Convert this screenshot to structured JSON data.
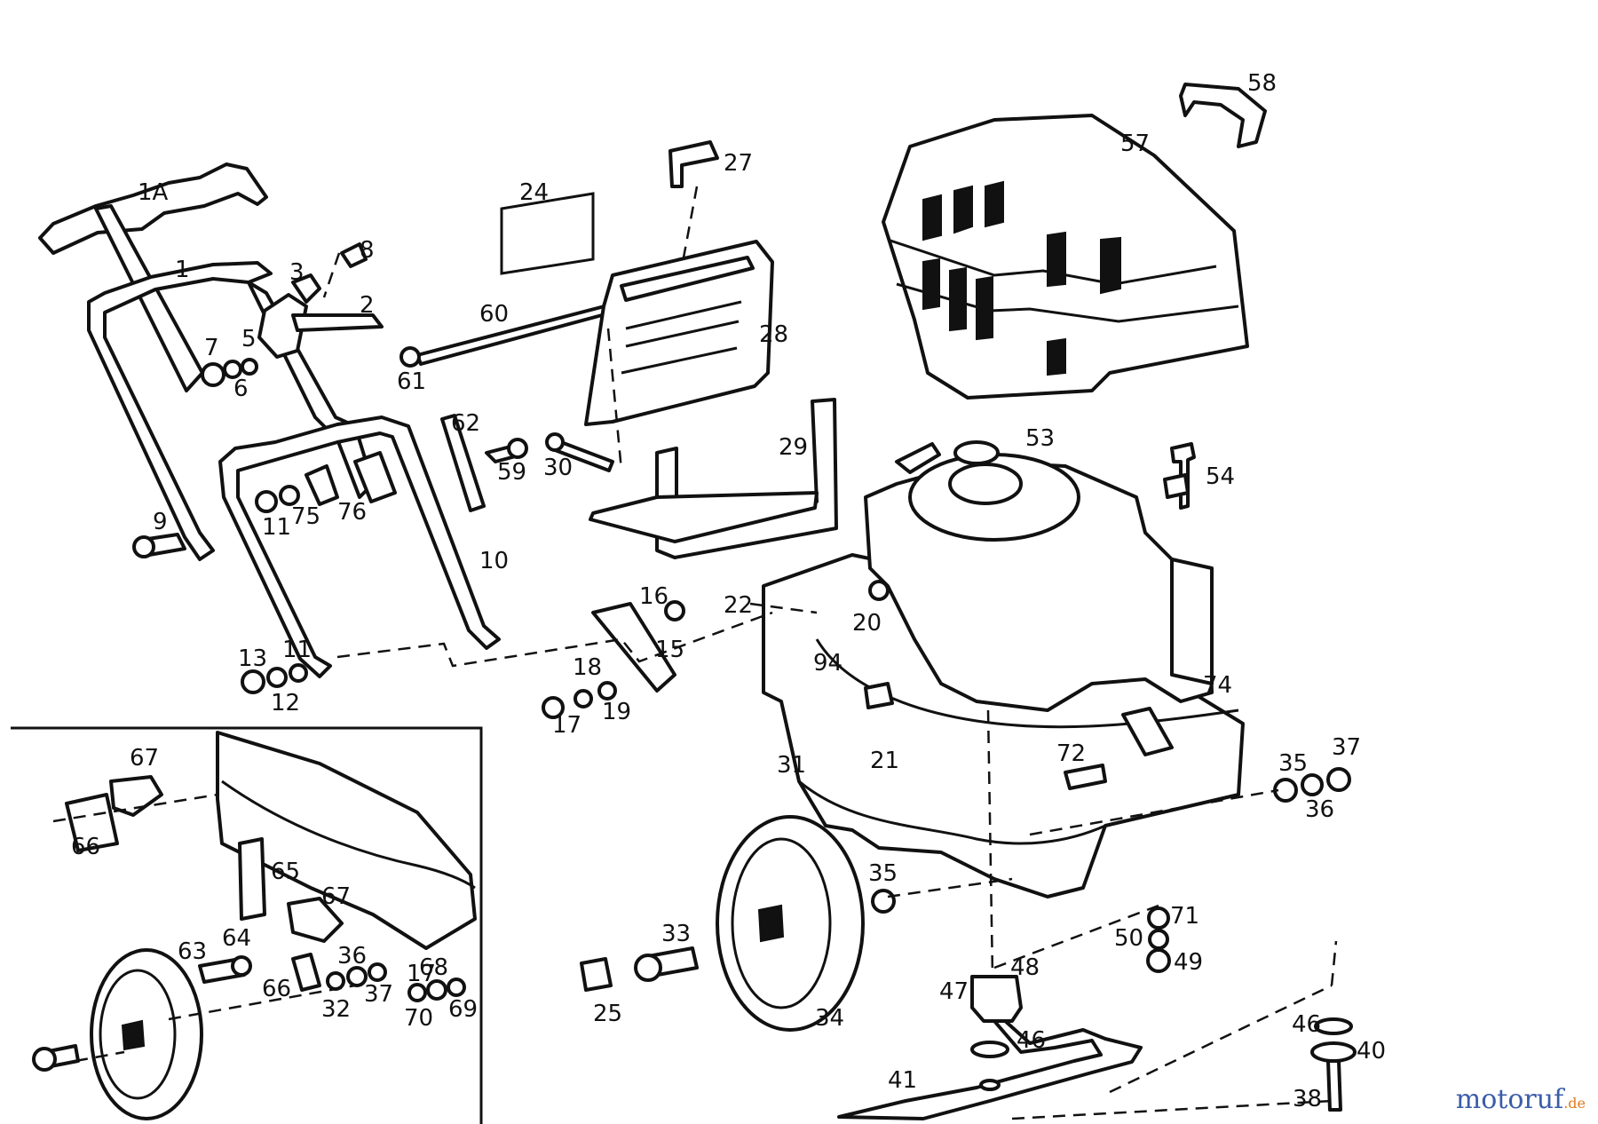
{
  "diagram": {
    "part_labels": [
      "1A",
      "1",
      "2",
      "3",
      "5",
      "6",
      "7",
      "8",
      "9",
      "10",
      "11",
      "11",
      "12",
      "13",
      "15",
      "16",
      "17",
      "18",
      "19",
      "20",
      "21",
      "22",
      "24",
      "25",
      "27",
      "28",
      "29",
      "30",
      "31",
      "32",
      "33",
      "34",
      "35",
      "35",
      "36",
      "36",
      "37",
      "37",
      "38",
      "40",
      "41",
      "46",
      "46",
      "47",
      "48",
      "49",
      "50",
      "53",
      "54",
      "57",
      "58",
      "59",
      "60",
      "61",
      "62",
      "63",
      "64",
      "65",
      "66",
      "66",
      "67",
      "67",
      "68",
      "69",
      "70",
      "71",
      "72",
      "74",
      "75",
      "76",
      "94",
      "17"
    ]
  },
  "watermark": {
    "main": "motoruf",
    "tld": ".de"
  }
}
